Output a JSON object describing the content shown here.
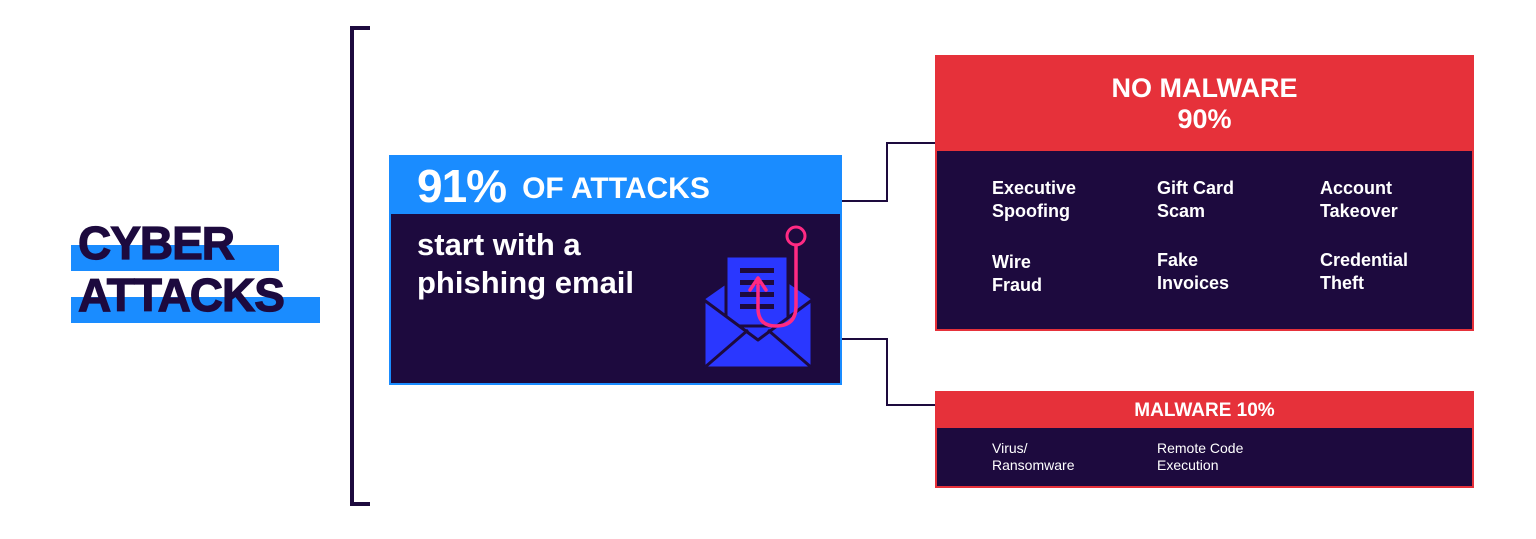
{
  "colors": {
    "navy": "#1d0a3e",
    "blue": "#1a8cff",
    "red": "#e6313a",
    "envelope_blue": "#2a37ff",
    "hook_pink": "#ff2a83",
    "white": "#ffffff"
  },
  "title": {
    "line1": "CYBER",
    "line2": "ATTACKS"
  },
  "center": {
    "headline_pct": "91%",
    "headline_rest": "OF ATTACKS",
    "body_line1": "start with a",
    "body_line2": "phishing email",
    "icon": "phishing-envelope-hook-icon"
  },
  "no_malware": {
    "label": "NO MALWARE",
    "pct": "90%",
    "items": [
      "Executive\nSpoofing",
      "Gift Card\nScam",
      "Account\nTakeover",
      "Wire\nFraud",
      "Fake\nInvoices",
      "Credential\nTheft"
    ]
  },
  "malware": {
    "label": "MALWARE 10%",
    "items": [
      "Virus/\nRansomware",
      "Remote Code\nExecution"
    ]
  }
}
